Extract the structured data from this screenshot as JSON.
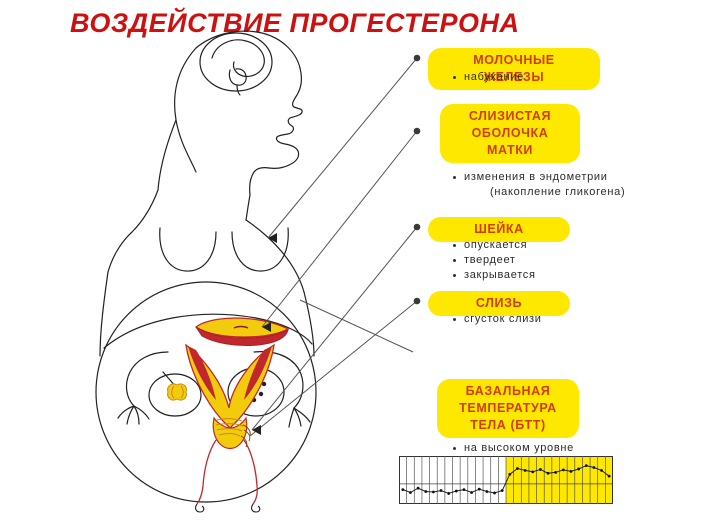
{
  "page": {
    "title": "ВОЗДЕЙСТВИЕ ПРОГЕСТЕРОНА",
    "background": "#ffffff",
    "title_color": "#CC1111"
  },
  "theme": {
    "badge_bg": "#FFE800",
    "badge_text": "#D23C00",
    "bullet_text": "#2b2b2b",
    "leader_line": "#555555",
    "anatomy_outline": "#222222",
    "uterus_yellow": "#F2CC0C",
    "endometrium_red": "#C1272D",
    "chart_fill": "#FFE800"
  },
  "callouts": [
    {
      "id": "breasts",
      "label": "МОЛОЧНЫЕ ЖЕЛЕЗЫ",
      "bullets": [
        "набухание"
      ]
    },
    {
      "id": "uterine-lining",
      "label": "СЛИЗИСТАЯ ОБОЛОЧКА МАТКИ",
      "bullets": [
        "изменения в эндометрии"
      ],
      "subnote": "(накопление  гликогена)"
    },
    {
      "id": "cervix",
      "label": "ШЕЙКА",
      "bullets": [
        "опускается",
        "твердеет",
        "закрывается"
      ]
    },
    {
      "id": "mucus",
      "label": "СЛИЗЬ",
      "bullets": [
        "сгусток  слизи"
      ]
    },
    {
      "id": "bbt",
      "label": "БАЗАЛЬНАЯ ТЕМПЕРАТУРА ТЕЛА (БТТ)",
      "bullets": [
        "на высоком  уровне"
      ]
    }
  ],
  "badge_lines": {
    "breasts": [
      "МОЛОЧНЫЕ ЖЕЛЕЗЫ"
    ],
    "lining": [
      "СЛИЗИСТАЯ",
      "ОБОЛОЧКА",
      "МАТКИ"
    ],
    "cervix": [
      "ШЕЙКА"
    ],
    "mucus": [
      "СЛИЗЬ"
    ],
    "bbt": [
      "БАЗАЛЬНАЯ",
      "ТЕМПЕРАТУРА",
      "ТЕЛА (БТТ)"
    ]
  },
  "chart_data": {
    "type": "line",
    "title": "",
    "xlabel": "",
    "ylabel": "",
    "columns": 28,
    "luteal_start_column": 14,
    "grid": true,
    "baseline_y": 0.42,
    "follicular_values": [
      0.3,
      0.24,
      0.33,
      0.26,
      0.25,
      0.28,
      0.22,
      0.27,
      0.3,
      0.24,
      0.31,
      0.26,
      0.23,
      0.28
    ],
    "luteal_values": [
      0.62,
      0.74,
      0.7,
      0.67,
      0.72,
      0.64,
      0.66,
      0.71,
      0.68,
      0.73,
      0.8,
      0.76,
      0.7,
      0.58
    ],
    "note": "низкая фаза слева, высокая (жёлтая) фаза справа"
  }
}
